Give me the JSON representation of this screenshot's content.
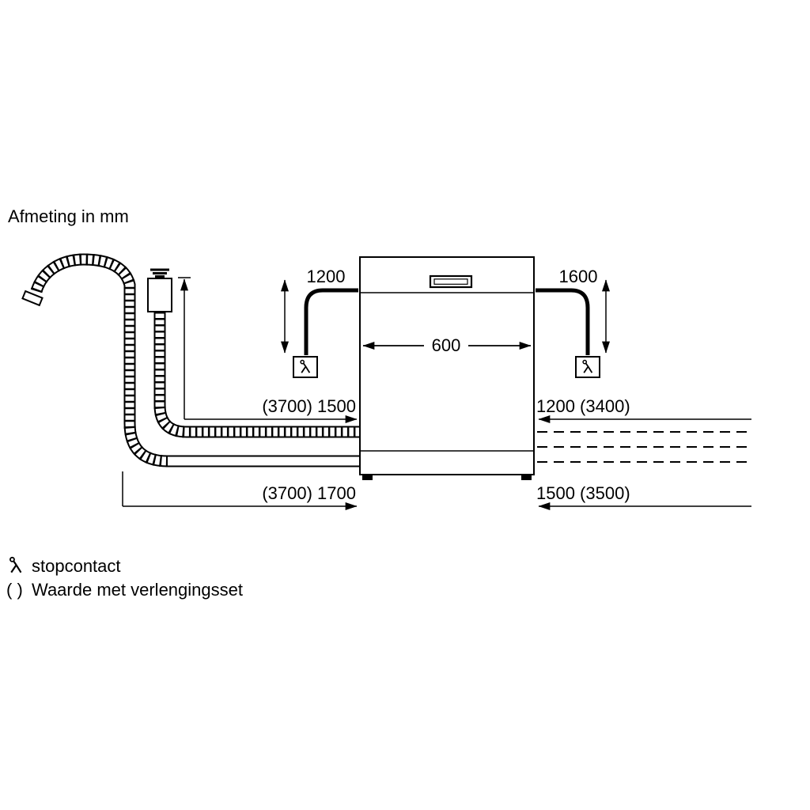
{
  "title": "Afmeting in mm",
  "dimensions": {
    "cord_left": "1200",
    "cord_right": "1600",
    "appliance_width": "600",
    "hose_upper_left": "(3700) 1500",
    "hose_upper_right": "1200 (3400)",
    "hose_lower_left": "(3700) 1700",
    "hose_lower_right": "1500 (3500)"
  },
  "legend": {
    "socket_label": "stopcontact",
    "extension_symbol": "( )",
    "extension_label": "Waarde met verlengingsset"
  },
  "icons": {
    "socket": "power-socket-icon",
    "drain_hose": "drain-hose",
    "supply_hose": "supply-hose-aquastop"
  },
  "colors": {
    "line": "#000000",
    "background": "#ffffff"
  }
}
